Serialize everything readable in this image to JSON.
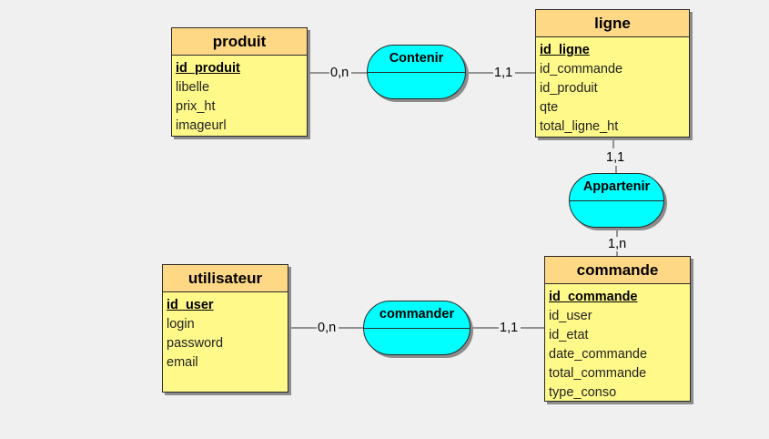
{
  "entities": {
    "produit": {
      "title": "produit",
      "attrs": [
        "id_produit",
        "libelle",
        "prix_ht",
        "imageurl"
      ],
      "pk": "id_produit"
    },
    "ligne": {
      "title": "ligne",
      "attrs": [
        "id_ligne",
        "id_commande",
        "id_produit",
        "qte",
        "total_ligne_ht"
      ],
      "pk": "id_ligne"
    },
    "utilisateur": {
      "title": "utilisateur",
      "attrs": [
        "id_user",
        "login",
        "password",
        "email"
      ],
      "pk": "id_user"
    },
    "commande": {
      "title": "commande",
      "attrs": [
        "id_commande",
        "id_user",
        "id_etat",
        "date_commande",
        "total_commande",
        "type_conso"
      ],
      "pk": "id_commande"
    }
  },
  "associations": {
    "contenir": "Contenir",
    "appartenir": "Appartenir",
    "commander": "commander"
  },
  "cardinalities": {
    "contenir_produit": "0,n",
    "contenir_ligne": "1,1",
    "appartenir_ligne": "1,1",
    "appartenir_commande": "1,n",
    "commander_utilisateur": "0,n",
    "commander_commande": "1,1"
  },
  "colors": {
    "entity_body": "#fff98a",
    "entity_header": "#ffd885",
    "association": "#00ffff",
    "background": "#f0f0f0",
    "shadow": "#8c8c8c"
  }
}
